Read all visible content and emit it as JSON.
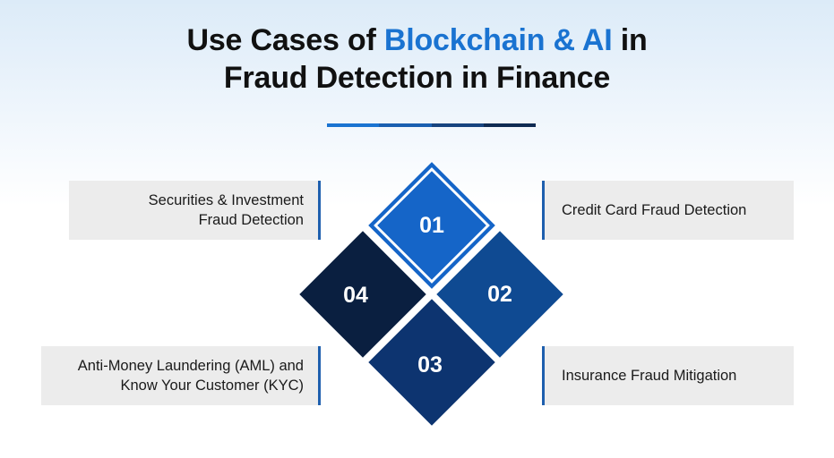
{
  "title": {
    "line1_prefix": "Use Cases of ",
    "line1_highlight": "Blockchain & AI",
    "line1_suffix": " in",
    "line2": "Fraud Detection in Finance"
  },
  "divider_colors": [
    "#1a73d1",
    "#1a5fb0",
    "#17447f",
    "#0f2a52"
  ],
  "use_cases": [
    {
      "number": "01",
      "label": "Credit Card Fraud Detection",
      "color": "#1565c8"
    },
    {
      "number": "02",
      "label": "Insurance Fraud Mitigation",
      "color": "#0f4a92"
    },
    {
      "number": "03",
      "label": "Anti-Money Laundering (AML) and Know Your Customer (KYC)",
      "color": "#0d3470"
    },
    {
      "number": "04",
      "label": "Securities & Investment Fraud Detection",
      "color": "#0a1f40"
    }
  ]
}
